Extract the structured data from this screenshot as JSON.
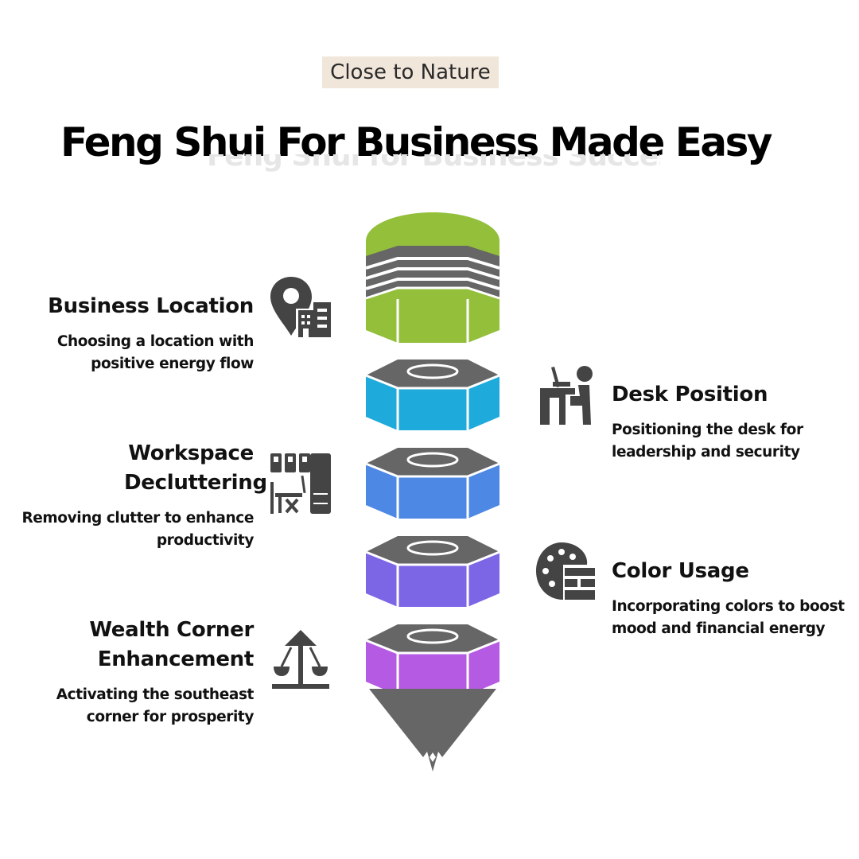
{
  "header": {
    "tag": "Close to Nature",
    "title": "Feng Shui For Business Made Easy",
    "ghost_subtitle": "Feng Shui for Business Success"
  },
  "items": [
    {
      "title": "Business Location",
      "description": "Choosing a location with positive energy flow",
      "icon": "location-building-icon",
      "side": "left",
      "color": "#93bf3b"
    },
    {
      "title": "Desk Position",
      "description": "Positioning the desk for leadership and security",
      "icon": "person-at-desk-icon",
      "side": "right",
      "color": "#1eaadb"
    },
    {
      "title": "Workspace Decluttering",
      "description": "Removing clutter to enhance productivity",
      "icon": "organized-workspace-icon",
      "side": "left",
      "color": "#4c88e4"
    },
    {
      "title": "Color Usage",
      "description": "Incorporating colors to boost mood and financial energy",
      "icon": "palette-brick-icon",
      "side": "right",
      "color": "#7d66e6"
    },
    {
      "title": "Wealth Corner Enhancement",
      "description": "Activating the southeast corner for prosperity",
      "icon": "carousel-icon",
      "side": "left",
      "color": "#b55ae2"
    }
  ],
  "colors": {
    "stack_gray": "#666666",
    "icon_gray": "#444444",
    "tag_background": "#f1e6da"
  }
}
